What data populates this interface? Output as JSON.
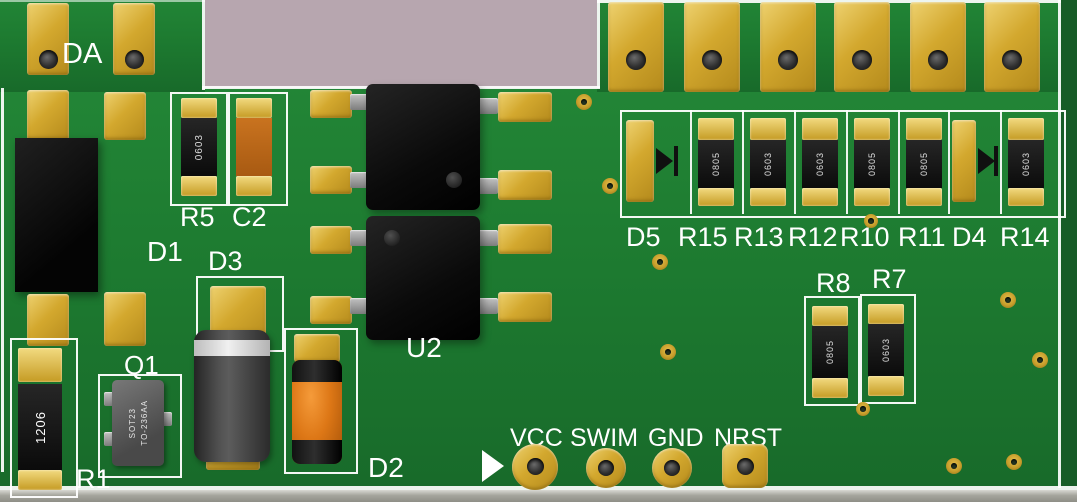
{
  "silkscreen": {
    "da": "DA",
    "d1": "D1",
    "r5": "R5",
    "c2": "C2",
    "d3": "D3",
    "q1": "Q1",
    "r1": "R1",
    "d2": "D2",
    "u2": "U2",
    "r8": "R8",
    "r7": "R7",
    "row_labels": [
      "D5",
      "R15",
      "R13",
      "R12",
      "R10",
      "R11",
      "D4",
      "R14"
    ],
    "header_labels": [
      "VCC",
      "SWIM",
      "GND",
      "NRST"
    ]
  },
  "component_markings": {
    "r5_code": "0603",
    "r1_code": "1206",
    "q1_package_line1": "SOT23",
    "q1_package_line2": "TO-236AA",
    "r8_code": "0805",
    "r7_code": "0603",
    "row_chip_codes": [
      "0805",
      "0603",
      "0603",
      "0805",
      "0805",
      "0603"
    ]
  },
  "colors": {
    "background_mauve": "#b7a6af",
    "board_green": "#1d7a30",
    "pad_gold": "#d3a82e",
    "silkscreen_white": "#ffffff",
    "component_black": "#141414",
    "capacitor_orange": "#dd7716",
    "board_edge_gray": "#a5a59d"
  }
}
